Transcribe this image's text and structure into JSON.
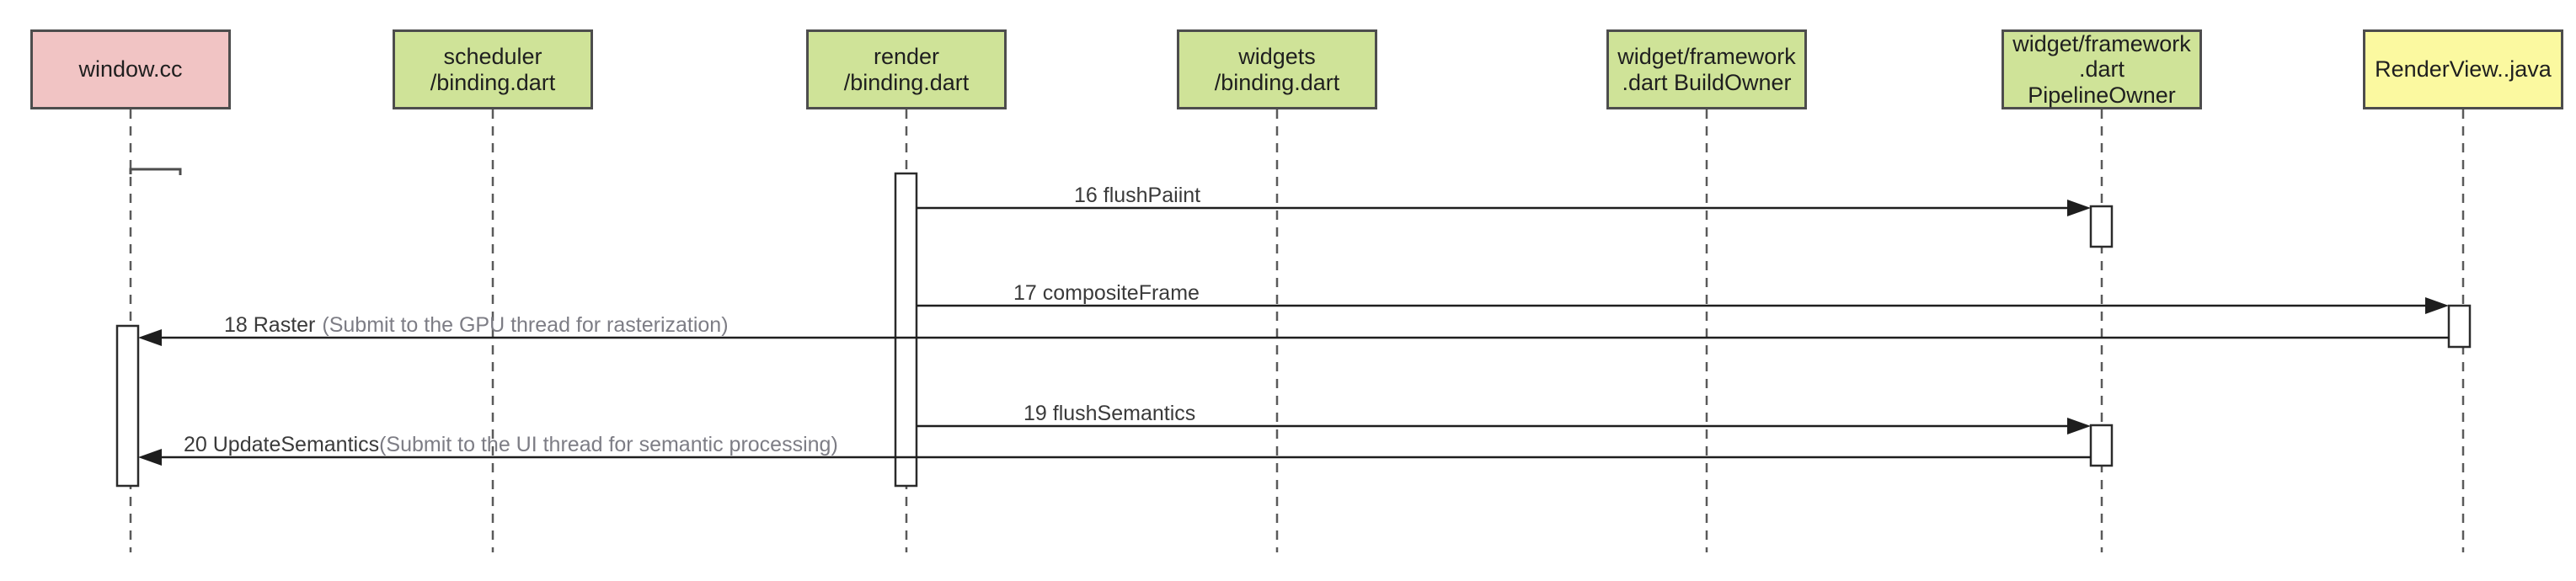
{
  "diagram": {
    "kind": "uml-sequence-diagram",
    "participants": [
      {
        "id": "window",
        "label": "window.cc",
        "color": "#f1c4c4"
      },
      {
        "id": "scheduler",
        "label": "scheduler\n/binding.dart",
        "color": "#cfe398"
      },
      {
        "id": "render",
        "label": "render\n/binding.dart",
        "color": "#cfe398"
      },
      {
        "id": "widgets",
        "label": "widgets\n/binding.dart",
        "color": "#cfe398"
      },
      {
        "id": "buildowner",
        "label": "widget/framework\n.dart BuildOwner",
        "color": "#cfe398"
      },
      {
        "id": "pipelineowner",
        "label": "widget/framework\n.dart\nPipelineOwner",
        "color": "#cfe398"
      },
      {
        "id": "renderview",
        "label": "RenderView..java",
        "color": "#fbf9a0"
      }
    ],
    "messages": [
      {
        "number": "16",
        "label": "16 flushPaiint",
        "note": "",
        "from": "render",
        "to": "pipelineowner"
      },
      {
        "number": "17",
        "label": "17 compositeFrame",
        "note": "",
        "from": "render",
        "to": "renderview"
      },
      {
        "number": "18",
        "label": "18 Raster",
        "note": "(Submit to the GPU thread for rasterization)",
        "from": "renderview",
        "to": "window"
      },
      {
        "number": "19",
        "label": "19 flushSemantics",
        "note": "",
        "from": "render",
        "to": "pipelineowner"
      },
      {
        "number": "20",
        "label": "20 UpdateSemantics",
        "note": "(Submit to the UI thread for semantic processing)",
        "from": "pipelineowner",
        "to": "window"
      }
    ],
    "colors": {
      "participant_pink": "#f1c4c4",
      "participant_green": "#cfe398",
      "participant_yellow": "#fbf9a0",
      "box_border": "#4d4d4d",
      "lifeline": "#5a5a5a",
      "message_line": "#1e1e1e",
      "note_text": "#7d7d85"
    }
  }
}
